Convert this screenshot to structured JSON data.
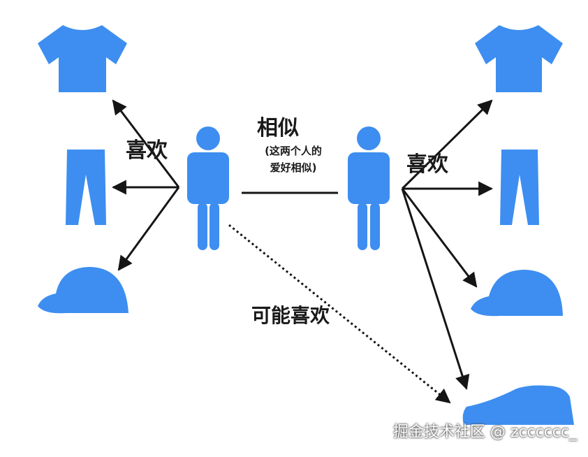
{
  "labels": {
    "like_left": "喜欢",
    "similar": "相似",
    "similar_note_line1": "(这两个人的",
    "similar_note_line2": "爱好相似)",
    "like_right": "喜欢",
    "maybe_like": "可能喜欢"
  },
  "watermark": "掘金技术社区 @ zcccccc_",
  "colors": {
    "icon_blue": "#3d8ef0",
    "arrow": "#151515"
  }
}
